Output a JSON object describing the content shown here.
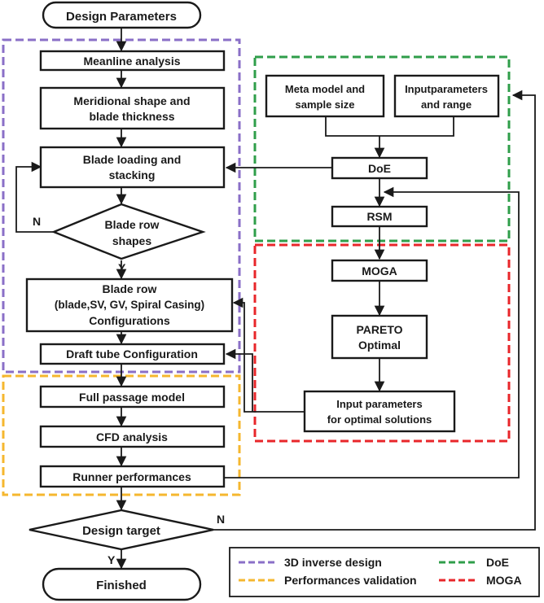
{
  "nodes": {
    "design_parameters": "Design Parameters",
    "meanline_analysis": "Meanline analysis",
    "meridional_1": "Meridional shape and",
    "meridional_2": "blade thickness",
    "blade_loading_1": "Blade loading and",
    "blade_loading_2": "stacking",
    "blade_row_shapes_1": "Blade row",
    "blade_row_shapes_2": "shapes",
    "blade_row_config_1": "Blade row",
    "blade_row_config_2": "(blade,SV, GV, Spiral Casing)",
    "blade_row_config_3": "Configurations",
    "draft_tube": "Draft tube Configuration",
    "full_passage": "Full passage model",
    "cfd_analysis": "CFD analysis",
    "runner_performances": "Runner performances",
    "design_target": "Design target",
    "finished": "Finished",
    "meta_model_1": "Meta model and",
    "meta_model_2": "sample size",
    "input_params_1": "Inputparameters",
    "input_params_2": "and range",
    "doe": "DoE",
    "rsm": "RSM",
    "moga": "MOGA",
    "pareto_1": "PARETO",
    "pareto_2": "Optimal",
    "input_optimal_1": "Input parameters",
    "input_optimal_2": "for optimal solutions"
  },
  "branches": {
    "n_blade_row": "N",
    "y_blade_row": "Y",
    "n_design_target": "N",
    "y_design_target": "Y"
  },
  "legend": {
    "inverse_design": "3D inverse design",
    "performances_validation": "Performances validation",
    "doe": "DoE",
    "moga": "MOGA"
  },
  "colors": {
    "inverse_design": "#8a6fc7",
    "performances_validation": "#f5b72f",
    "doe": "#2f9e4a",
    "moga": "#e8262a",
    "line": "#1a1a1a"
  }
}
